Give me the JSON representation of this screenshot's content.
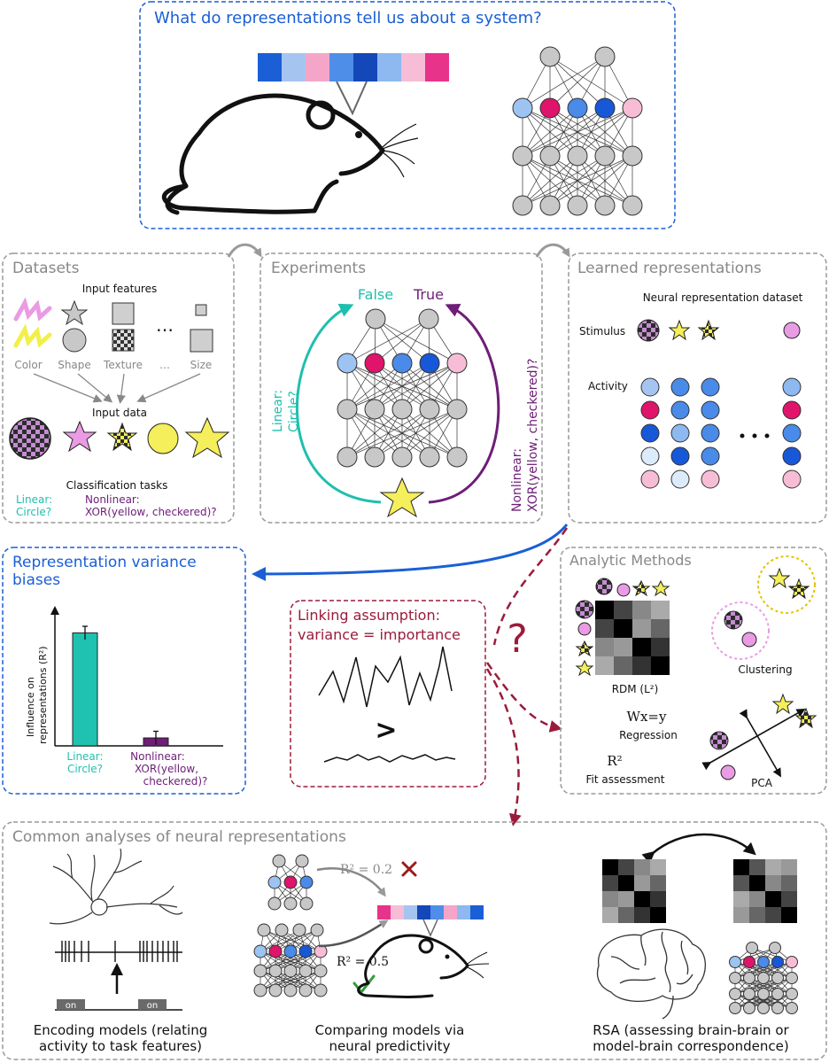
{
  "top": {
    "title": "What do representations tell us about a system?",
    "code_colors": [
      "#1a5fd6",
      "#a6c4f0",
      "#f5a6c8",
      "#4f8ee8",
      "#1447b8",
      "#8db8f0",
      "#f7bdd6",
      "#e8338a"
    ]
  },
  "datasets": {
    "title": "Datasets",
    "input_features": "Input features",
    "color": "Color",
    "shape": "Shape",
    "texture": "Texture",
    "ellipsis": "…",
    "size": "Size",
    "input_data": "Input data",
    "classification_tasks": "Classification tasks",
    "linear_1": "Linear:",
    "linear_2": "Circle?",
    "nonlinear_1": "Nonlinear:",
    "nonlinear_2": "XOR(yellow, checkered)?"
  },
  "experiments": {
    "title": "Experiments",
    "false_label": "False",
    "true_label": "True",
    "linear_side_1": "Linear:",
    "linear_side_2": "Circle?",
    "nonlinear_side_1": "Nonlinear:",
    "nonlinear_side_2": "XOR(yellow, checkered)?"
  },
  "learned": {
    "title": "Learned representations",
    "dataset_label": "Neural representation dataset",
    "stimulus": "Stimulus",
    "activity": "Activity"
  },
  "variance": {
    "title_1": "Representation variance",
    "title_2": "biases",
    "ylabel_1": "Influence on",
    "ylabel_2": "representations (R²)"
  },
  "linking": {
    "title_1": "Linking assumption:",
    "title_2": "variance = importance",
    "greater": ">"
  },
  "question_mark": "?",
  "analytic": {
    "title": "Analytic Methods",
    "rdm": "RDM (L²)",
    "clustering": "Clustering",
    "regression_eq": "Wx=y",
    "regression": "Regression",
    "r2": "R²",
    "fit": "Fit assessment",
    "pca": "PCA"
  },
  "common": {
    "title": "Common analyses of neural representations",
    "on_1": "on",
    "on_2": "on",
    "r2_low": "R² = 0.2",
    "r2_high": "R² = 0.5",
    "encoding_1": "Encoding models (relating",
    "encoding_2": "activity to task features)",
    "comparing_1": "Comparing models via",
    "comparing_2": "neural predictivity",
    "rsa_1": "RSA (assessing brain-brain or",
    "rsa_2": "model-brain correspondence)"
  },
  "chart_data": {
    "type": "bar",
    "categories": [
      "Linear:\nCircle?",
      "Nonlinear:\nXOR(yellow, checkered)?"
    ],
    "values": [
      0.85,
      0.06
    ],
    "errors": [
      0.05,
      0.05
    ],
    "ylabel": "Influence on representations (R²)",
    "ylim": [
      0,
      1
    ],
    "colors": [
      "#1fc2b0",
      "#6e1d78"
    ]
  }
}
